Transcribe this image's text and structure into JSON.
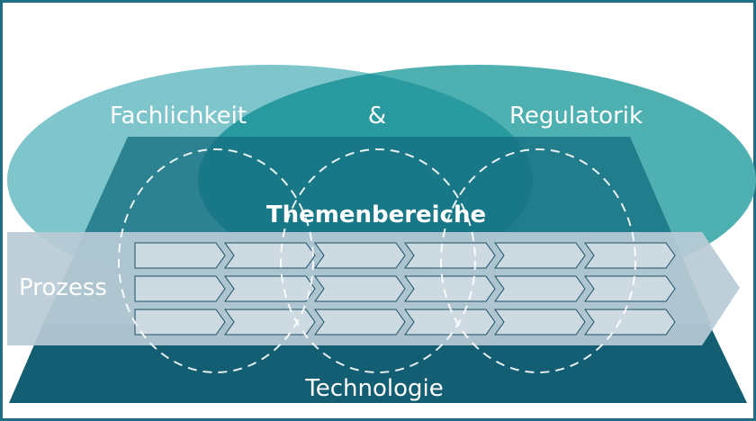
{
  "labels": {
    "left_domain": "Fachlichkeit",
    "connector": "&",
    "right_domain": "Regulatorik",
    "center": "Themenbereiche",
    "process": "Prozess",
    "base": "Technologie"
  },
  "process_rows": 3,
  "process_steps_per_row": 6,
  "dashed_circles": 3,
  "colors": {
    "frame": "#1f6f84",
    "left_ellipse": "#7ec6cb",
    "right_ellipse": "#4fb0b2",
    "overlap": "#2a9aa1",
    "trapezoid_top": "#166f80",
    "trapezoid_base": "#135e72",
    "process_band": "#b9cbd6",
    "step_fill": "#cfdbe3",
    "step_stroke": "#1b4f66",
    "text": "#ffffff"
  }
}
